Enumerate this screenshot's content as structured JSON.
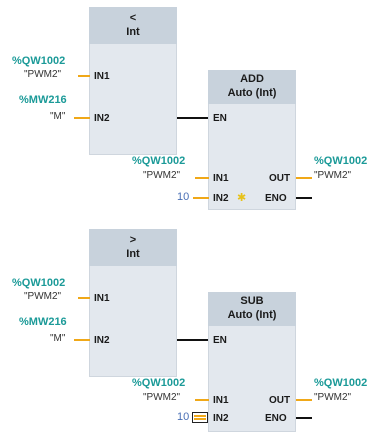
{
  "networks": [
    {
      "compare": {
        "symbol": "<",
        "type": "Int",
        "in1": {
          "tag": "%QW1002",
          "literal": "\"PWM2\"",
          "pin": "IN1"
        },
        "in2": {
          "tag": "%MW216",
          "literal": "\"M\"",
          "pin": "IN2"
        }
      },
      "math": {
        "op": "ADD",
        "type": "Auto (Int)",
        "en": "EN",
        "in1": {
          "tag": "%QW1002",
          "literal": "\"PWM2\"",
          "pin": "IN1"
        },
        "in2": {
          "value": "10",
          "pin": "IN2",
          "icon": "star-icon"
        },
        "out": {
          "pin": "OUT",
          "tag": "%QW1002",
          "literal": "\"PWM2\""
        },
        "eno": "ENO"
      }
    },
    {
      "compare": {
        "symbol": ">",
        "type": "Int",
        "in1": {
          "tag": "%QW1002",
          "literal": "\"PWM2\"",
          "pin": "IN1"
        },
        "in2": {
          "tag": "%MW216",
          "literal": "\"M\"",
          "pin": "IN2"
        }
      },
      "math": {
        "op": "SUB",
        "type": "Auto (Int)",
        "en": "EN",
        "in1": {
          "tag": "%QW1002",
          "literal": "\"PWM2\"",
          "pin": "IN1"
        },
        "in2": {
          "value": "10",
          "pin": "IN2",
          "icon": "breakpoint-icon"
        },
        "out": {
          "pin": "OUT",
          "tag": "%QW1002",
          "literal": "\"PWM2\""
        },
        "eno": "ENO"
      }
    }
  ]
}
